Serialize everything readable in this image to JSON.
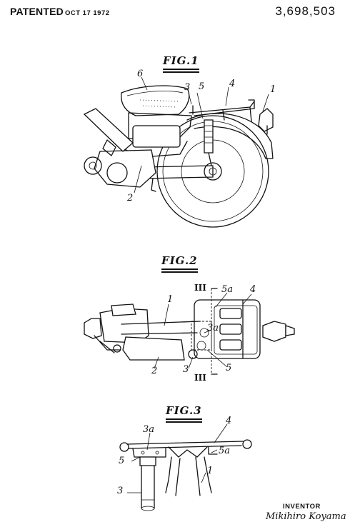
{
  "header": {
    "patented_label": "PATENTED",
    "patent_date": "OCT 17 1972",
    "patent_number": "3,698,503"
  },
  "figures": {
    "fig1": "FIG.1",
    "fig2": "FIG.2",
    "fig3": "FIG.3"
  },
  "fig1_refs": {
    "n6": "6",
    "n3": "3",
    "n5": "5",
    "n4": "4",
    "n1": "1",
    "n2": "2"
  },
  "fig2_refs": {
    "sec_top": "III",
    "sec_bottom": "III",
    "n5a": "5a",
    "n4": "4",
    "n1": "1",
    "n3a": "3a",
    "n2": "2",
    "n3": "3",
    "n5": "5"
  },
  "fig3_refs": {
    "n4": "4",
    "n3a": "3a",
    "n5": "5",
    "n5a": "5a",
    "n1": "1",
    "n3": "3"
  },
  "inventor": {
    "caption": "INVENTOR",
    "name": "Mikihiro Koyama"
  }
}
